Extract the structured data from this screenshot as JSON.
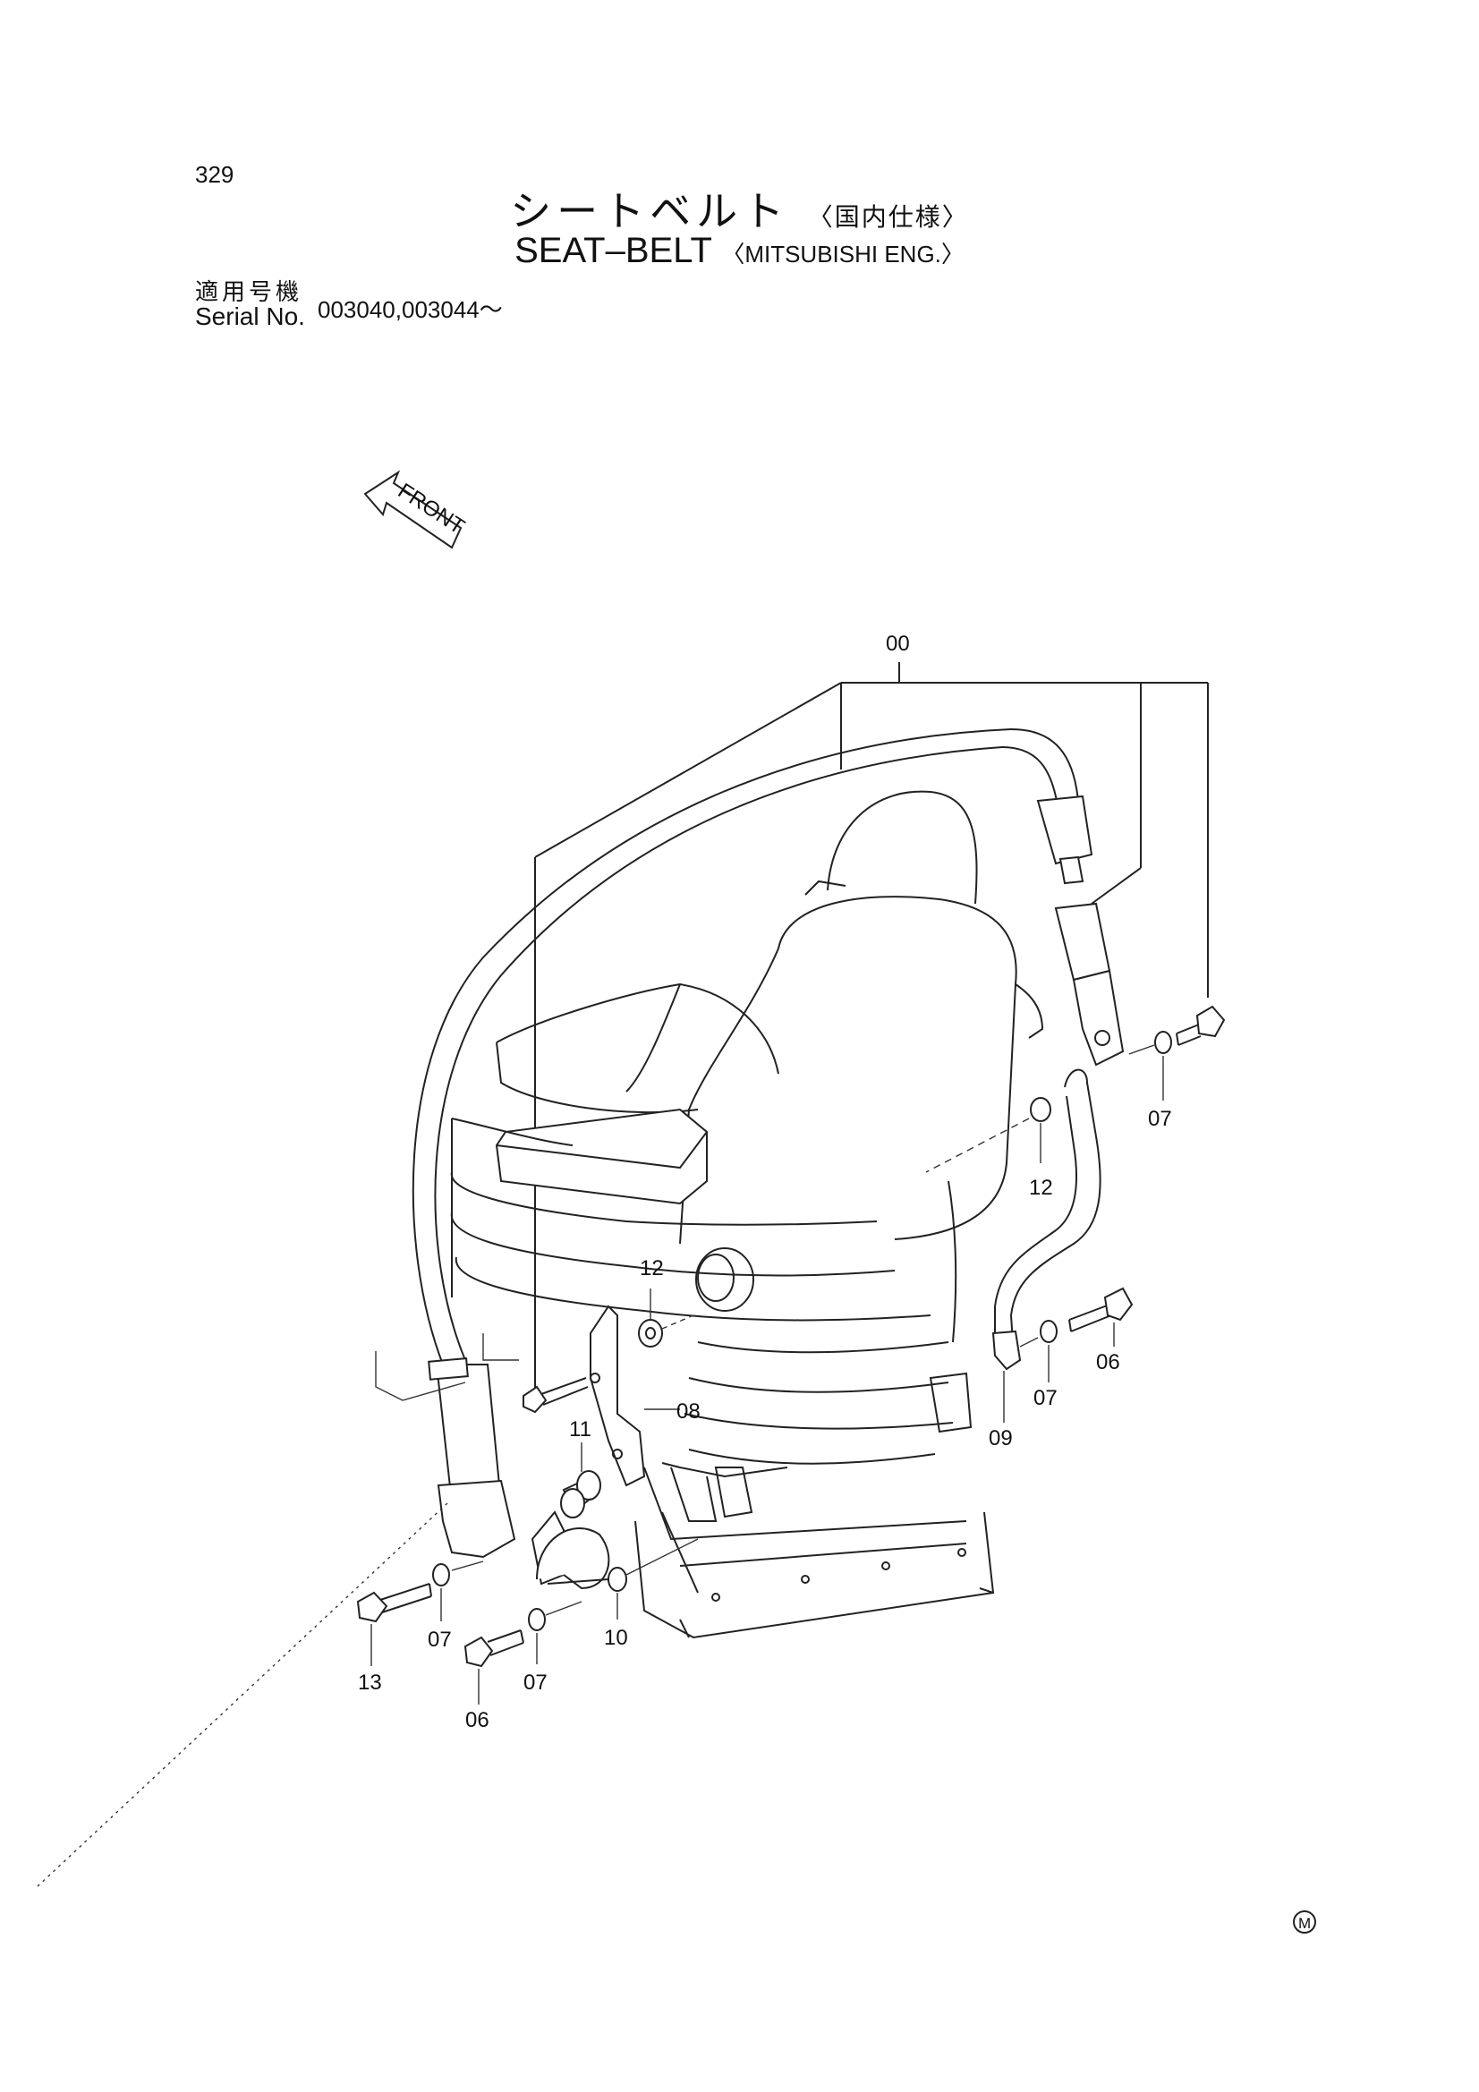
{
  "page_number": "329",
  "title_jp": "シートベルト",
  "title_jp_spec": "〈国内仕様〉",
  "title_en": "SEAT–BELT",
  "title_en_spec": "〈MITSUBISHI ENG.〉",
  "serial_label_jp": "適用号機",
  "serial_label_en": "Serial No.",
  "serial_value": "003040,003044～",
  "front_label": "FRONT",
  "mark": "M",
  "callouts": {
    "c00": "00",
    "c06a": "06",
    "c06b": "06",
    "c07a": "07",
    "c07b": "07",
    "c07c": "07",
    "c07d": "07",
    "c08": "08",
    "c09": "09",
    "c10": "10",
    "c11": "11",
    "c12a": "12",
    "c12b": "12",
    "c13": "13"
  }
}
